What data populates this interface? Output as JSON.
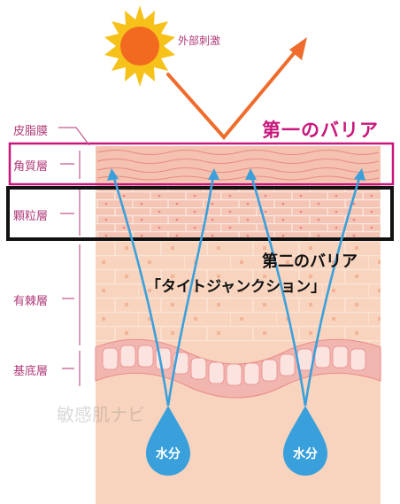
{
  "labels": {
    "external": "外部刺激",
    "sebum": "皮脂膜",
    "stratum_corneum": "角質層",
    "granular": "顆粒層",
    "spinous": "有棘層",
    "basal": "基底層"
  },
  "barriers": {
    "first": "第一のバリア",
    "second": "第二のバリア",
    "second_sub": "「タイトジャンクション」"
  },
  "water_drops": [
    "水分",
    "水分"
  ],
  "watermark": "敏感肌ナビ",
  "colors": {
    "sun": "#f26a1f",
    "sun_rays": "#f6c21a",
    "arrow": "#ef6c2c",
    "pink_frame": "#c8177c",
    "water": "#3aa0dc",
    "skin": "#f8d4be"
  }
}
